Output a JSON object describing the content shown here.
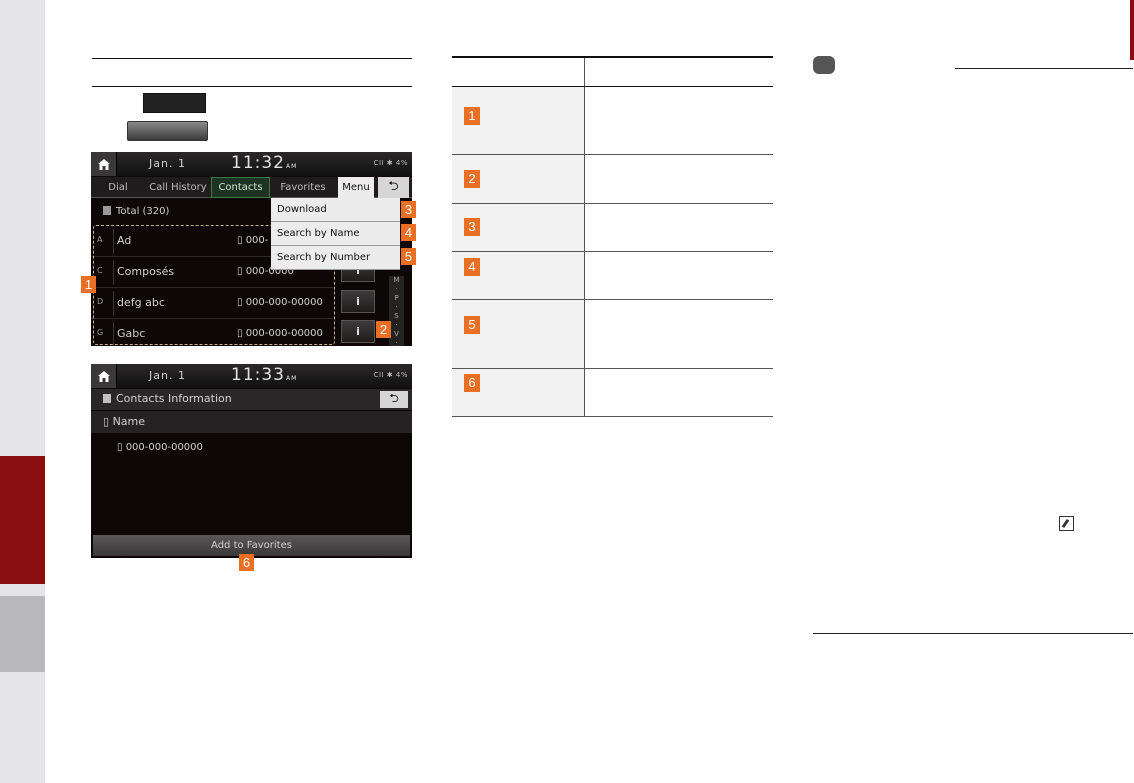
{
  "screen1": {
    "date": "Jan.  1",
    "time": "11:32",
    "time_suffix": "AM",
    "status": "CII  ✱  4%",
    "tabs": [
      "Dial",
      "Call History",
      "Contacts",
      "Favorites",
      "Menu",
      "⮌"
    ],
    "total": "Total (320)",
    "contacts": [
      {
        "letter": "A",
        "name": "Ad",
        "phone": "000-"
      },
      {
        "letter": "C",
        "name": "Composés",
        "phone": "000-0000"
      },
      {
        "letter": "D",
        "name": "defg abc",
        "phone": "000-000-00000"
      },
      {
        "letter": "G",
        "name": "Gabc",
        "phone": "000-000-00000"
      }
    ],
    "index_letters": "M\n·\nP\n·\nS\n·\nV\n·\n#",
    "menu_items": [
      "Download",
      "Search by Name",
      "Search by Number"
    ],
    "info_label": "i"
  },
  "screen2": {
    "date": "Jan.  1",
    "time": "11:33",
    "time_suffix": "AM",
    "status": "CII  ✱  4%",
    "title": "Contacts Information",
    "back_label": "⮌",
    "name": "Name",
    "phone": "000-000-00000",
    "favorites_button": "Add to Favorites"
  },
  "callouts": [
    "1",
    "2",
    "3",
    "4",
    "5",
    "6"
  ],
  "table": {
    "rows": [
      "1",
      "2",
      "3",
      "4",
      "5",
      "6"
    ]
  },
  "colors": {
    "accent_orange": "#e96f25",
    "section_red": "#8a0d10"
  },
  "icons": [
    "home-icon",
    "edit-icon",
    "back-arrow-icon"
  ]
}
